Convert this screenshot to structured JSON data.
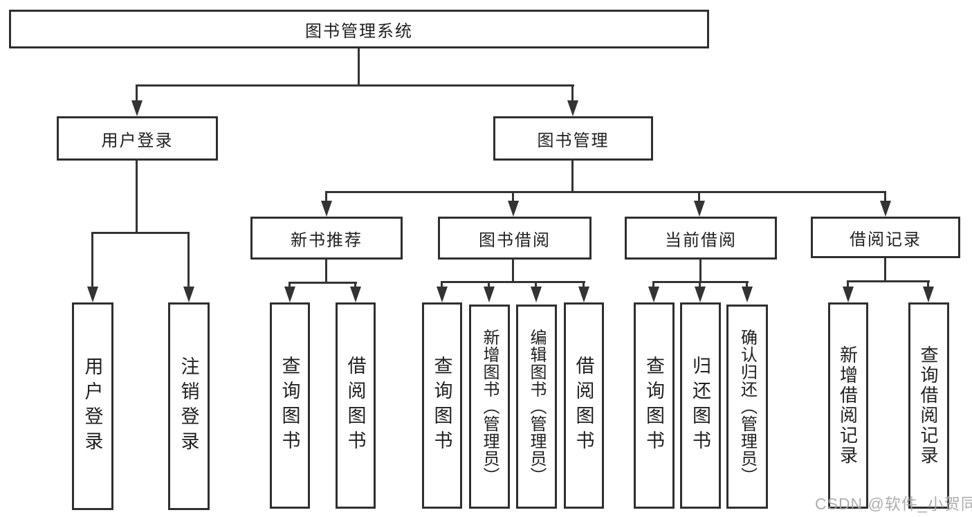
{
  "diagram_title": "图书管理系统",
  "colors": {
    "background": "#ffffff",
    "line": "#333333",
    "box_border": "#2f2f2f",
    "text": "#1f1f1f",
    "watermark": "#a4a4a4"
  },
  "watermark": {
    "text": "CSDN @软件_小贺同学"
  },
  "nodes": {
    "root": {
      "label": "图书管理系统"
    },
    "user_login": {
      "label": "用户登录"
    },
    "book_management": {
      "label": "图书管理"
    },
    "user_login_leaf": {
      "label": "用户登录"
    },
    "logout_leaf": {
      "label": "注销登录"
    },
    "new_book_rec": {
      "label": "新书推荐"
    },
    "book_borrow": {
      "label": "图书借阅"
    },
    "current_borrow": {
      "label": "当前借阅"
    },
    "borrow_records": {
      "label": "借阅记录"
    },
    "rec_query_books": {
      "label": "查询图书"
    },
    "rec_borrow_books": {
      "label": "借阅图书"
    },
    "bb_query_books": {
      "label": "查询图书"
    },
    "bb_add_books": {
      "label": "新增图书（管理员）"
    },
    "bb_edit_books": {
      "label": "编辑图书（管理员）"
    },
    "bb_borrow_books": {
      "label": "借阅图书"
    },
    "cb_query_books": {
      "label": "查询图书"
    },
    "cb_return_books": {
      "label": "归还图书"
    },
    "cb_confirm_return": {
      "label": "确认归还（管理员）"
    },
    "br_add_record": {
      "label": "新增借阅记录"
    },
    "br_query_record": {
      "label": "查询借阅记录"
    }
  },
  "structure": {
    "图书管理系统": {
      "用户登录": [
        "用户登录",
        "注销登录"
      ],
      "图书管理": {
        "新书推荐": [
          "查询图书",
          "借阅图书"
        ],
        "图书借阅": [
          "查询图书",
          "新增图书（管理员）",
          "编辑图书（管理员）",
          "借阅图书"
        ],
        "当前借阅": [
          "查询图书",
          "归还图书",
          "确认归还（管理员）"
        ],
        "借阅记录": [
          "新增借阅记录",
          "查询借阅记录"
        ]
      }
    }
  }
}
